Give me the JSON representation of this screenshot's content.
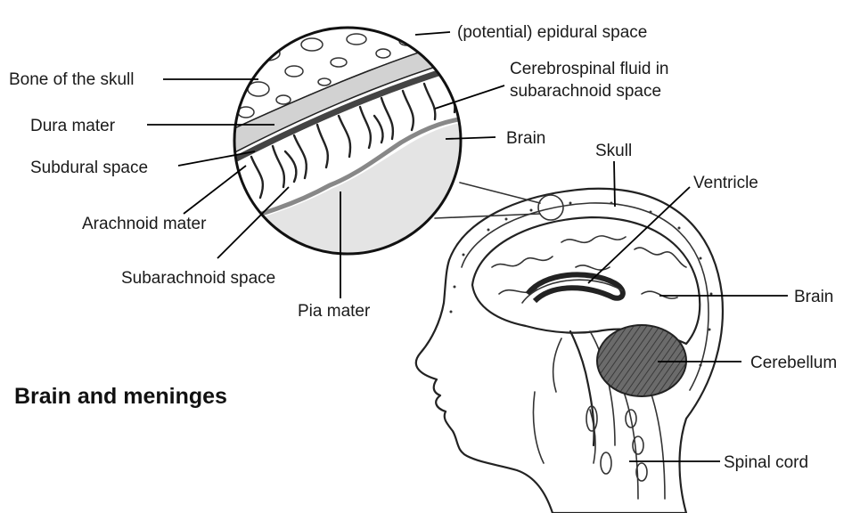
{
  "title": "Brain and meninges",
  "labels": {
    "epidural_space": "(potential) epidural space",
    "bone_of_skull": "Bone of the skull",
    "csf_line1": "Cerebrospinal fluid in",
    "csf_line2": "subarachnoid space",
    "dura_mater": "Dura mater",
    "brain_inset": "Brain",
    "subdural_space": "Subdural space",
    "skull": "Skull",
    "ventricle": "Ventricle",
    "arachnoid_mater": "Arachnoid mater",
    "subarachnoid_space": "Subarachnoid space",
    "brain": "Brain",
    "pia_mater": "Pia mater",
    "cerebellum": "Cerebellum",
    "spinal_cord": "Spinal cord"
  }
}
